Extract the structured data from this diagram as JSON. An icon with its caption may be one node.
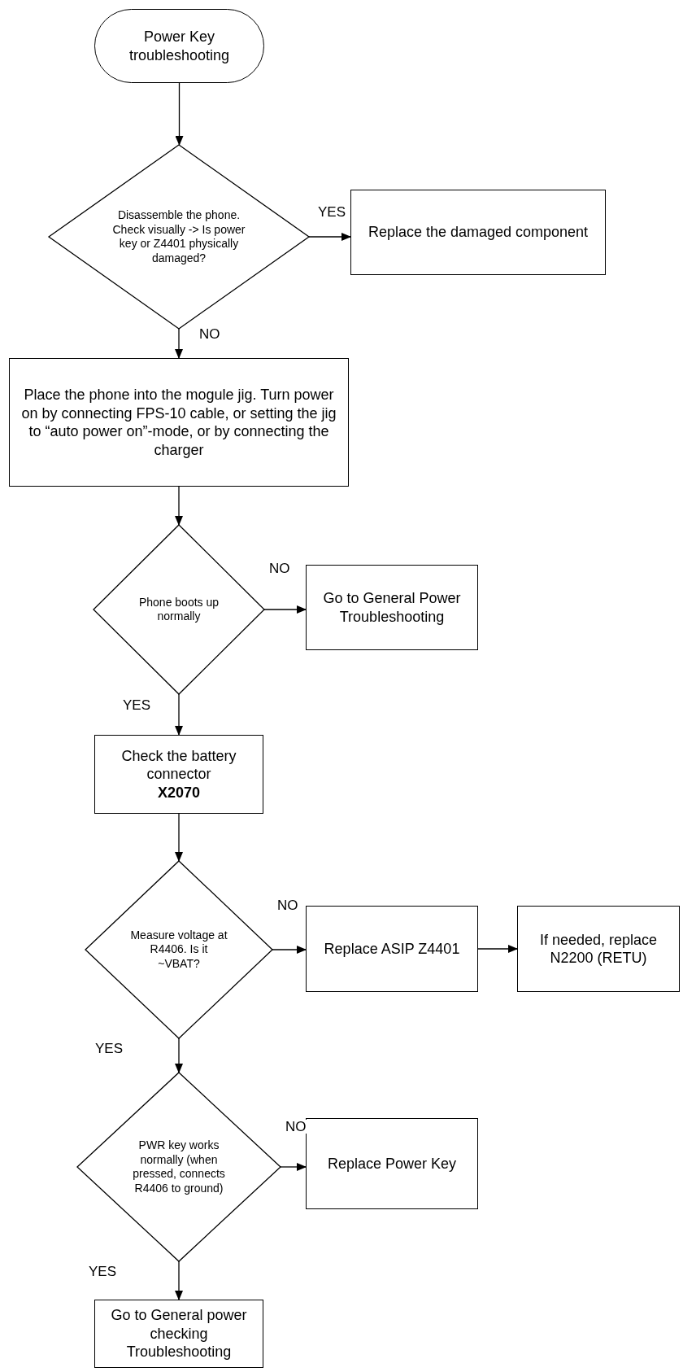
{
  "diagram": {
    "nodes": [
      {
        "text": [
          "Power Key troubleshooting"
        ]
      },
      {
        "text": [
          "Disassemble the phone. Check visually -> Is power key or Z4401 physically damaged?"
        ]
      },
      {
        "text": [
          "Replace the damaged component"
        ]
      },
      {
        "text": [
          "Place the phone into the mogule jig. Turn power on by connecting FPS-10 cable, or setting the jig to “auto power on”-mode, or by connecting the charger"
        ]
      },
      {
        "text": [
          "Phone boots up normally"
        ]
      },
      {
        "text": [
          "Go to General Power Troubleshooting"
        ]
      },
      {
        "text": [
          "Check the battery connector",
          "X2070"
        ]
      },
      {
        "text": [
          "Measure voltage at R4406. Is it ~VBAT?"
        ]
      },
      {
        "text": [
          "Replace ASIP Z4401"
        ]
      },
      {
        "text": [
          "If needed, replace N2200 (RETU)"
        ]
      },
      {
        "text": [
          "PWR key works normally (when pressed, connects R4406 to ground)"
        ]
      },
      {
        "text": [
          "Replace Power Key"
        ]
      },
      {
        "text": [
          "Go to General power checking Troubleshooting"
        ]
      }
    ],
    "edges": [
      {
        "from": 0,
        "to": 1,
        "arrow": "to"
      },
      {
        "from": 1,
        "to": 2,
        "arrow": "to",
        "label": "YES"
      },
      {
        "from": 1,
        "to": 3,
        "arrow": "to",
        "label": "NO"
      },
      {
        "from": 3,
        "to": 4,
        "arrow": "to"
      },
      {
        "from": 4,
        "to": 5,
        "arrow": "to",
        "label": "NO"
      },
      {
        "from": 4,
        "to": 6,
        "arrow": "to",
        "label": "YES"
      },
      {
        "from": 6,
        "to": 7,
        "arrow": "to"
      },
      {
        "from": 7,
        "to": 8,
        "arrow": "to",
        "label": "NO"
      },
      {
        "from": 8,
        "to": 9,
        "arrow": "to"
      },
      {
        "from": 7,
        "to": 10,
        "arrow": "to",
        "label": "YES"
      },
      {
        "from": 10,
        "to": 11,
        "arrow": "to",
        "label": "NO"
      },
      {
        "from": 10,
        "to": 12,
        "arrow": "to",
        "label": "YES"
      }
    ]
  }
}
